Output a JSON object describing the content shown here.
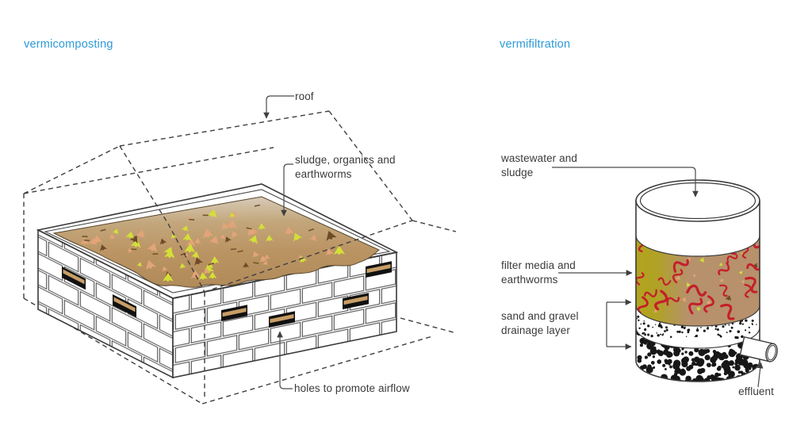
{
  "titles": {
    "left": "vermicomposting",
    "right": "vermifiltration"
  },
  "vermicomposting": {
    "labels": {
      "roof": "roof",
      "sludge": "sludge, organics and earthworms",
      "holes": "holes to promote airflow"
    }
  },
  "vermifiltration": {
    "labels": {
      "wastewater": "wastewater and sludge",
      "filter_media": "filter media and earthworms",
      "drainage": "sand and gravel drainage layer",
      "effluent": "effluent"
    }
  },
  "palette": {
    "accent_blue": "#2e9ad6",
    "line_dark": "#3a3a3a",
    "compost_light": "#d8ccba",
    "compost_tan": "#bb9467",
    "compost_deep": "#b08a59",
    "fleck_green": "#d3df38",
    "fleck_salmon": "#e2a478",
    "fleck_brown": "#6d4b26",
    "fleck_dash": "#75552c",
    "hole_sill": "#c79e66",
    "filter_olive": "#b2a41f",
    "filter_tan": "#b6916b",
    "worm_red": "#c51f2b"
  }
}
